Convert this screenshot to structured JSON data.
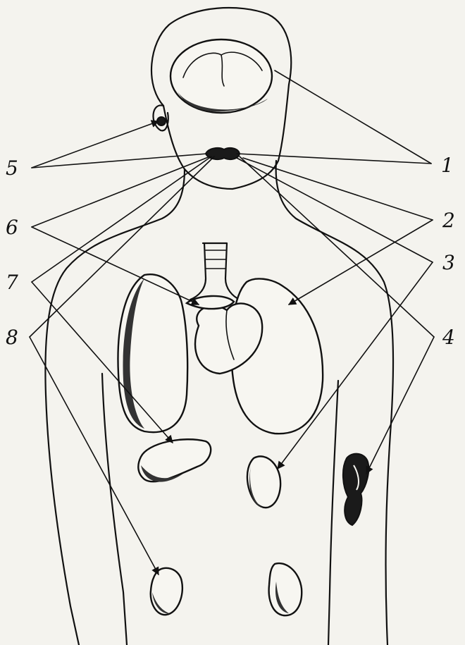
{
  "labels": {
    "left": [
      "5",
      "6",
      "7",
      "8"
    ],
    "right": [
      "1",
      "2",
      "3",
      "4"
    ]
  },
  "colors": {
    "paper": "#f4f3ee",
    "ink": "#111111"
  }
}
